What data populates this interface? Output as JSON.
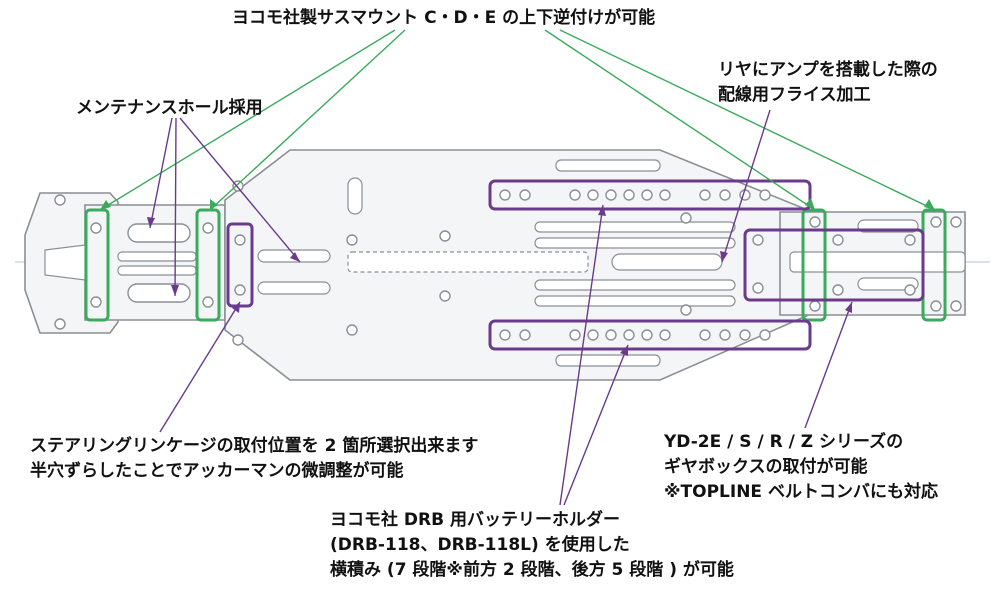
{
  "diagram": {
    "title": "chassis-plate",
    "labels": {
      "top": "ヨコモ社製サスマウント C・D・E の上下逆付けが可能",
      "maintenance": "メンテナンスホール採用",
      "rear_amp": [
        "リヤにアンプを搭載した際の",
        "配線用フライス加工"
      ],
      "steering": [
        "ステアリングリンケージの取付位置を 2 箇所選択出来ます",
        "半穴ずらしたことでアッカーマンの微調整が可能"
      ],
      "gearbox": [
        "YD-2E / S / R / Z シリーズの",
        "ギヤボックスの取付が可能",
        "※TOPLINE ベルトコンバにも対応"
      ],
      "battery": [
        "ヨコモ社 DRB 用バッテリーホルダー",
        "(DRB-118、DRB-118L) を使用した",
        "横積み (7 段階※前方 2 段階、後方 5 段階 ) が可能"
      ]
    },
    "colors": {
      "green": "#3aaa5c",
      "purple": "#6a3a8c",
      "plate_stroke": "#8a8f96",
      "plate_fill": "#f4f5f6",
      "text": "#111111"
    }
  }
}
